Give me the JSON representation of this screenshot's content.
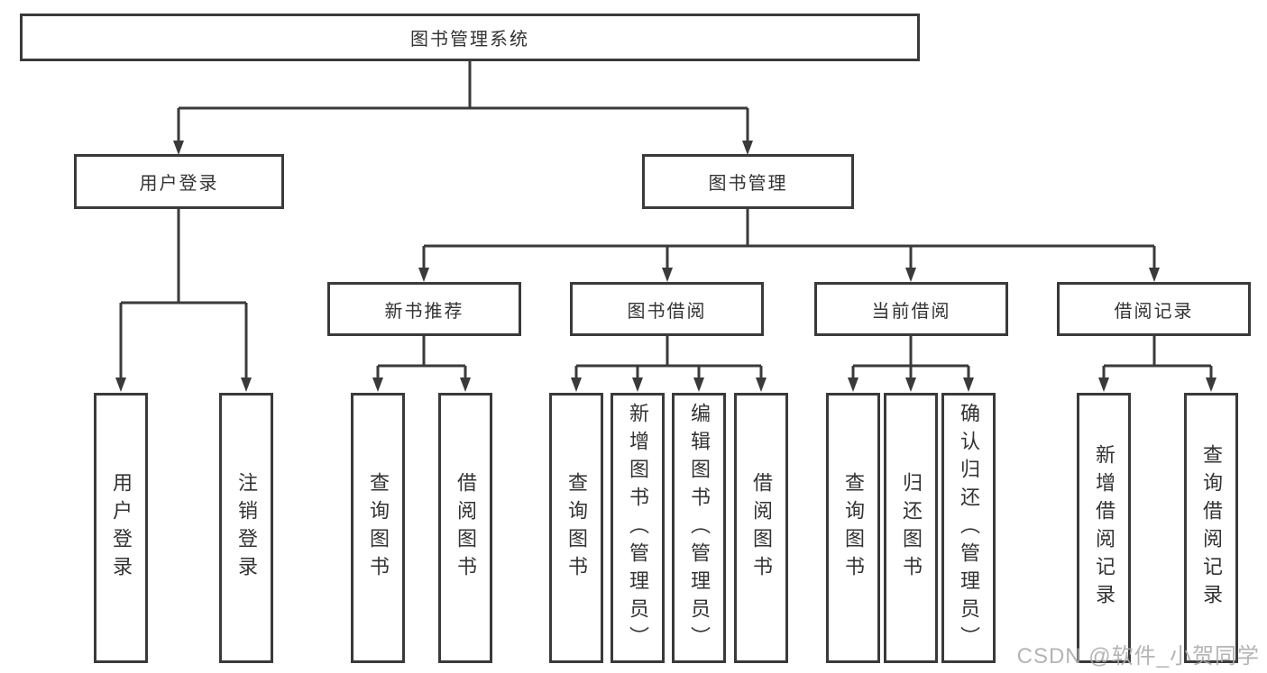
{
  "tree": {
    "label": "图书管理系统",
    "children": [
      {
        "label": "用户登录",
        "children": [
          {
            "label": "用户登录"
          },
          {
            "label": "注销登录"
          }
        ]
      },
      {
        "label": "图书管理",
        "children": [
          {
            "label": "新书推荐",
            "children": [
              {
                "label": "查询图书"
              },
              {
                "label": "借阅图书"
              }
            ]
          },
          {
            "label": "图书借阅",
            "children": [
              {
                "label": "查询图书"
              },
              {
                "label": "新增图书（管理员）"
              },
              {
                "label": "编辑图书（管理员）"
              },
              {
                "label": "借阅图书"
              }
            ]
          },
          {
            "label": "当前借阅",
            "children": [
              {
                "label": "查询图书"
              },
              {
                "label": "归还图书"
              },
              {
                "label": "确认归还（管理员）"
              }
            ]
          },
          {
            "label": "借阅记录",
            "children": [
              {
                "label": "新增借阅记录"
              },
              {
                "label": "查询借阅记录"
              }
            ]
          }
        ]
      }
    ]
  },
  "watermark": "CSDN @软件_小贺同学",
  "colors": {
    "line": "#3a3a3a",
    "box_border": "#3a3a3a",
    "text": "#333333",
    "watermark": "#acacac",
    "background": "#ffffff"
  }
}
